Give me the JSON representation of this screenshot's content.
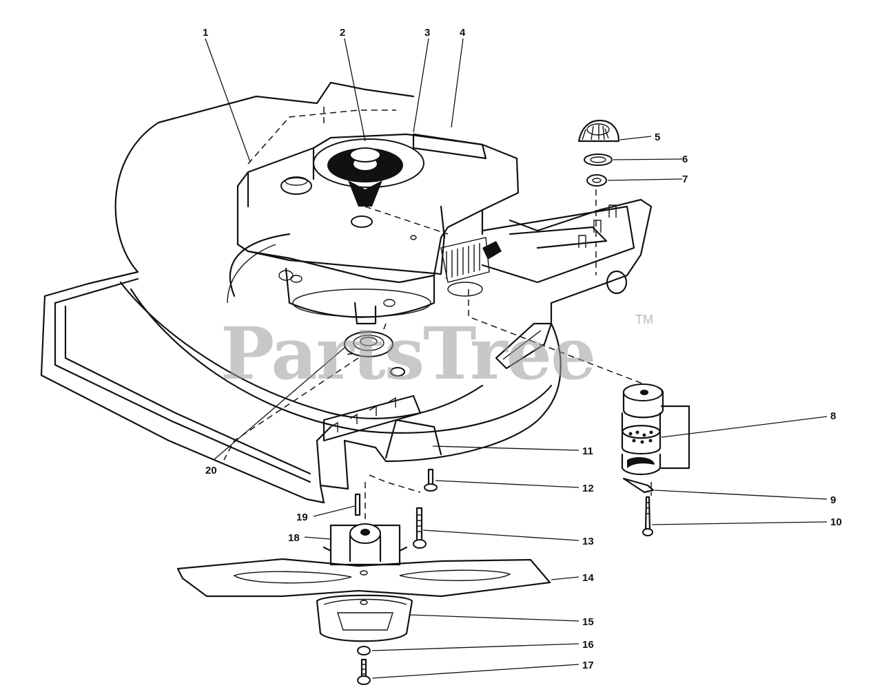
{
  "watermark": {
    "text": "PartsTree",
    "trademark": "TM"
  },
  "callouts": [
    "1",
    "2",
    "3",
    "4",
    "5",
    "6",
    "7",
    "8",
    "9",
    "10",
    "11",
    "12",
    "13",
    "14",
    "15",
    "16",
    "17",
    "18",
    "19",
    "20"
  ]
}
